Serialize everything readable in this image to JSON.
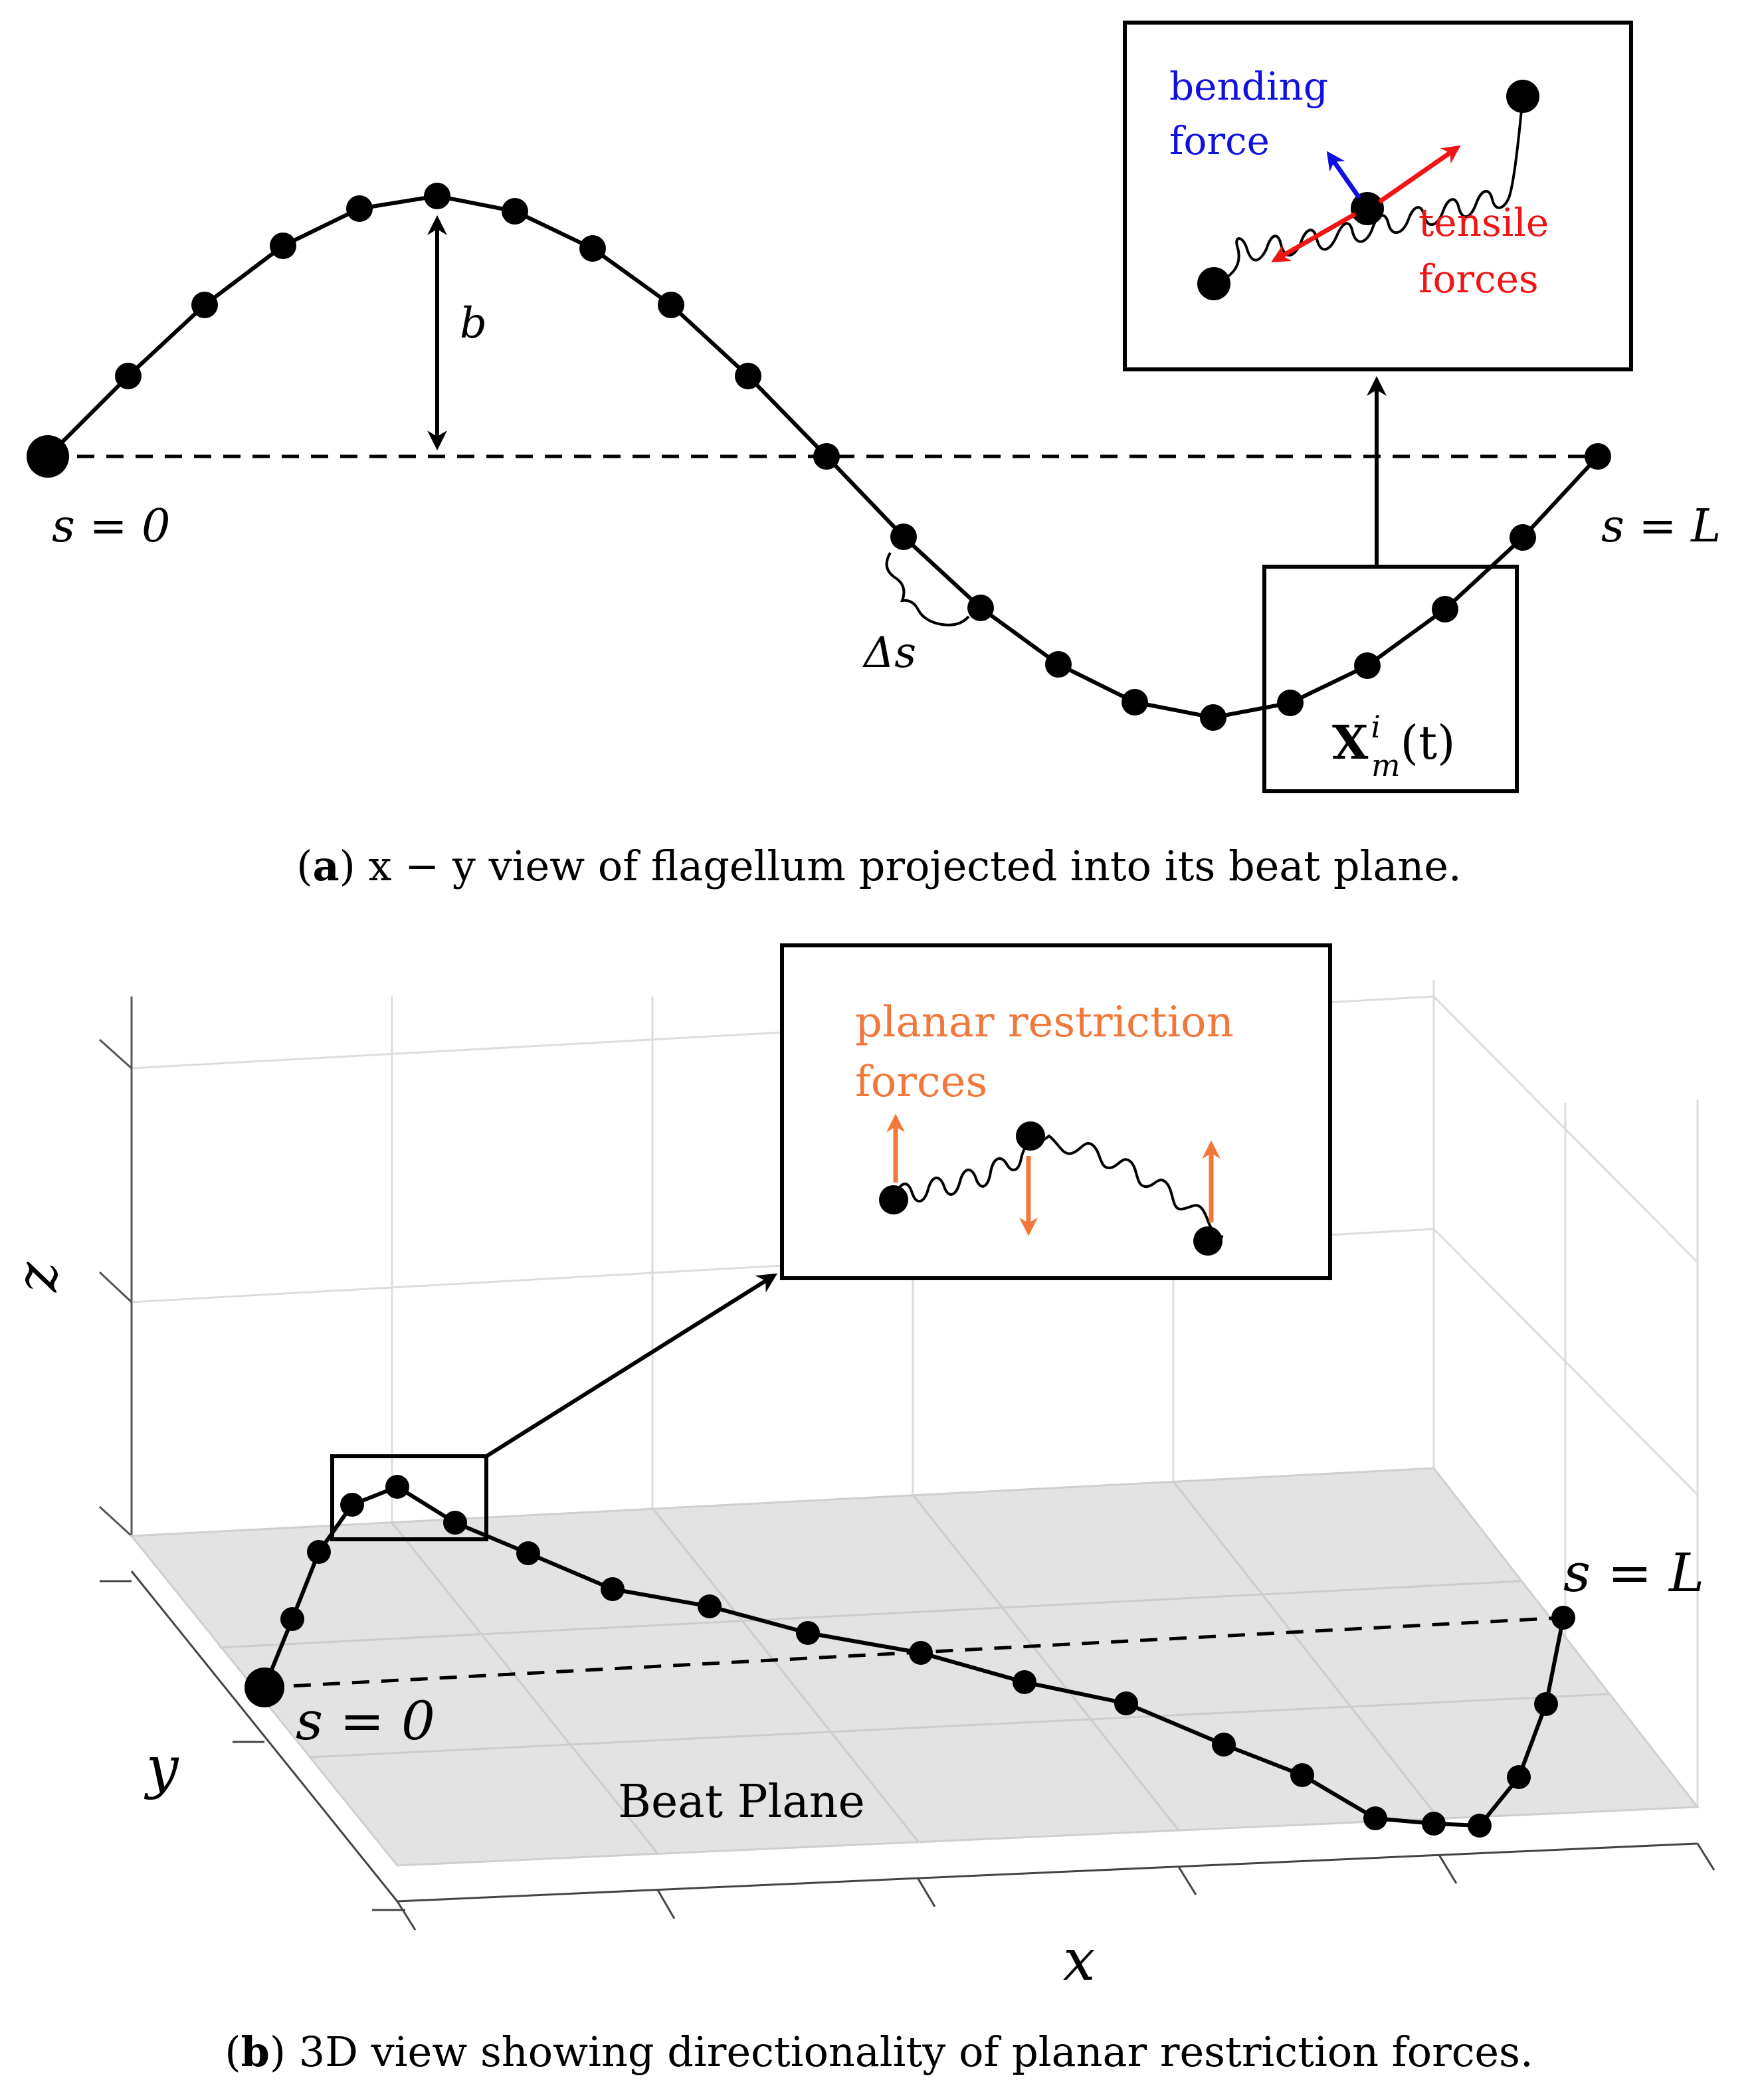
{
  "panel_a": {
    "label_start": "s = 0",
    "label_end": "s = L",
    "amplitude_label": "b",
    "spacing_label": "Δs",
    "node_label": "X",
    "node_label_sup": "i",
    "node_label_sub": "m",
    "node_label_arg": "(t)",
    "inset_bending_line1": "bending",
    "inset_bending_line2": "force",
    "inset_tensile_line1": "tensile",
    "inset_tensile_line2": "forces",
    "caption_letter": "a",
    "caption_text": "x − y view of flagellum projected into its beat plane."
  },
  "panel_b": {
    "axis_x": "x",
    "axis_y": "y",
    "axis_z": "z",
    "label_start": "s = 0",
    "label_end": "s = L",
    "plane_label": "Beat Plane",
    "inset_line1": "planar restriction",
    "inset_line2": "forces",
    "caption_letter": "b",
    "caption_text": "3D view showing directionality of planar restriction forces."
  },
  "colors": {
    "bending": "#1010e0",
    "tensile": "#f01414",
    "planar": "#f2773a",
    "plane_fill": "#e3e3e3"
  }
}
